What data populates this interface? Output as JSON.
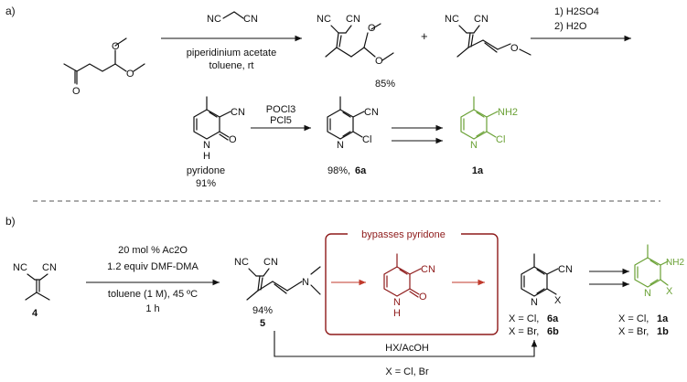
{
  "panel_a": {
    "label": "a)",
    "reagent_top": "NC",
    "reagent_top2": "CN",
    "cond1_line1": "piperidinium acetate",
    "cond1_line2": "toluene, rt",
    "plus": "+",
    "yield_85": "85%",
    "cond2_line1": "1) H2SO4",
    "cond2_line2": "2) H2O",
    "pyridone_name": "pyridone",
    "pyridone_yield": "91%",
    "cond3_line1": "POCl3",
    "cond3_line2": "PCl5",
    "yield_6a": "98%,",
    "cmpd_6a": "6a",
    "cmpd_1a": "1a"
  },
  "panel_b": {
    "label": "b)",
    "cmpd_4": "4",
    "cond_line1": "20 mol % Ac2O",
    "cond_line2": "1.2 equiv DMF-DMA",
    "cond_line3": "toluene (1 M), 45 ºC",
    "cond_line4": "1 h",
    "yield_94": "94%",
    "cmpd_5": "5",
    "box_label": "bypasses pyridone",
    "x_cl_6a": "X = Cl,",
    "x_cl_6a_num": "6a",
    "x_br_6b": "X = Br,",
    "x_br_6b_num": "6b",
    "x_cl_1a": "X = Cl,",
    "x_cl_1a_num": "1a",
    "x_br_1b": "X = Br,",
    "x_br_1b_num": "1b",
    "hx_reagent": "HX/AcOH",
    "hx_x": "X = Cl, Br"
  },
  "atoms": {
    "O": "O",
    "N": "N",
    "H": "H",
    "NC": "NC",
    "CN": "CN",
    "Cl": "Cl",
    "X": "X",
    "NH2": "NH2"
  },
  "colors": {
    "green": "#6aa135",
    "dark_red": "#8e1a1a",
    "arrow_red": "#c0392b"
  }
}
